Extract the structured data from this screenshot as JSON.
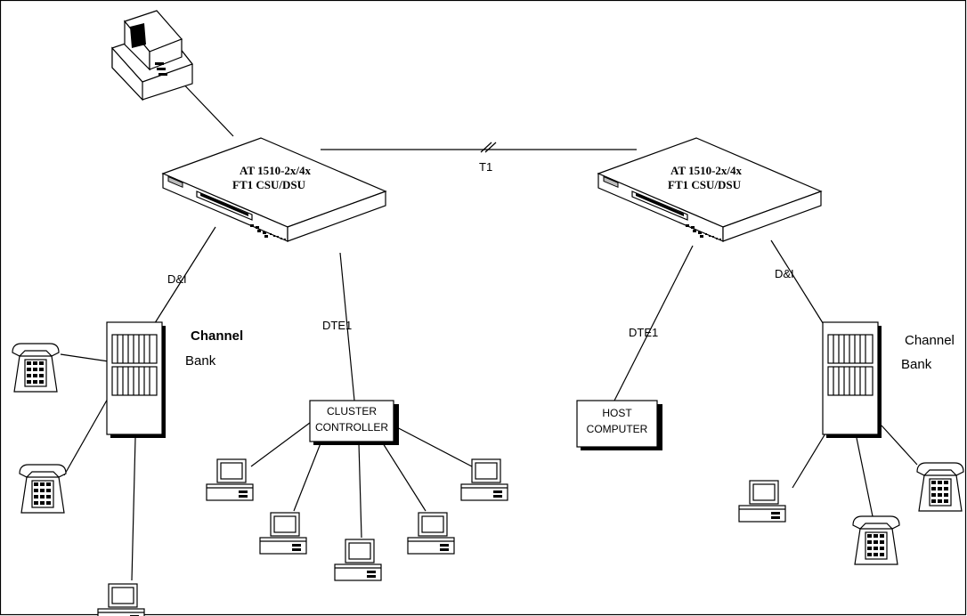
{
  "csu_left": {
    "line1": "AT 1510-2x/4x",
    "line2": "FT1 CSU/DSU"
  },
  "csu_right": {
    "line1": "AT 1510-2x/4x",
    "line2": "FT1 CSU/DSU"
  },
  "links": {
    "t1": "T1",
    "dni_left": "D&I",
    "dni_right": "D&I",
    "dte1_left": "DTE1",
    "dte1_right": "DTE1"
  },
  "channel_bank_left": {
    "line1": "Channel",
    "line2": "Bank"
  },
  "channel_bank_right": {
    "line1": "Channel",
    "line2": "Bank"
  },
  "cluster": {
    "line1": "CLUSTER",
    "line2": "CONTROLLER"
  },
  "host": {
    "line1": "HOST",
    "line2": "COMPUTER"
  }
}
